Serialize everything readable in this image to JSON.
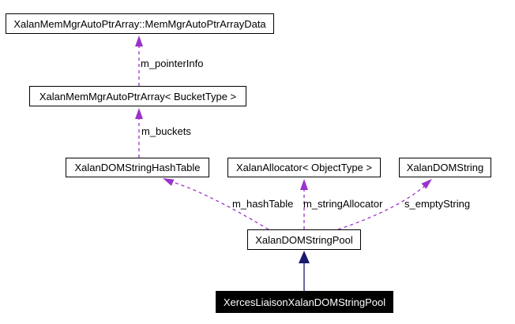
{
  "diagram": {
    "type": "class-collaboration-graph",
    "colors": {
      "usage": "#9a32cd",
      "inheritance": "#191970",
      "node_border": "#000000",
      "node_bg": "#ffffff",
      "current_node_bg": "#000000",
      "current_node_text": "#ffffff"
    },
    "nodes": {
      "mem_mgr_data": {
        "label": "XalanMemMgrAutoPtrArray::MemMgrAutoPtrArrayData"
      },
      "auto_ptr_array": {
        "label": "XalanMemMgrAutoPtrArray< BucketType >"
      },
      "hash_table": {
        "label": "XalanDOMStringHashTable"
      },
      "allocator": {
        "label": "XalanAllocator< ObjectType >"
      },
      "dom_string": {
        "label": "XalanDOMString"
      },
      "string_pool": {
        "label": "XalanDOMStringPool"
      },
      "xerces_liaison": {
        "label": "XercesLiaisonXalanDOMStringPool"
      }
    },
    "edges": {
      "m_pointer_info": {
        "label": "m_pointerInfo",
        "type": "usage",
        "from": "auto_ptr_array",
        "to": "mem_mgr_data"
      },
      "m_buckets": {
        "label": "m_buckets",
        "type": "usage",
        "from": "hash_table",
        "to": "auto_ptr_array"
      },
      "m_hash_table": {
        "label": "m_hashTable",
        "type": "usage",
        "from": "string_pool",
        "to": "hash_table"
      },
      "m_string_allocator": {
        "label": "m_stringAllocator",
        "type": "usage",
        "from": "string_pool",
        "to": "allocator"
      },
      "s_empty_string": {
        "label": "s_emptyString",
        "type": "usage",
        "from": "string_pool",
        "to": "dom_string"
      },
      "inheritance": {
        "label": "",
        "type": "inheritance",
        "from": "xerces_liaison",
        "to": "string_pool"
      }
    }
  }
}
